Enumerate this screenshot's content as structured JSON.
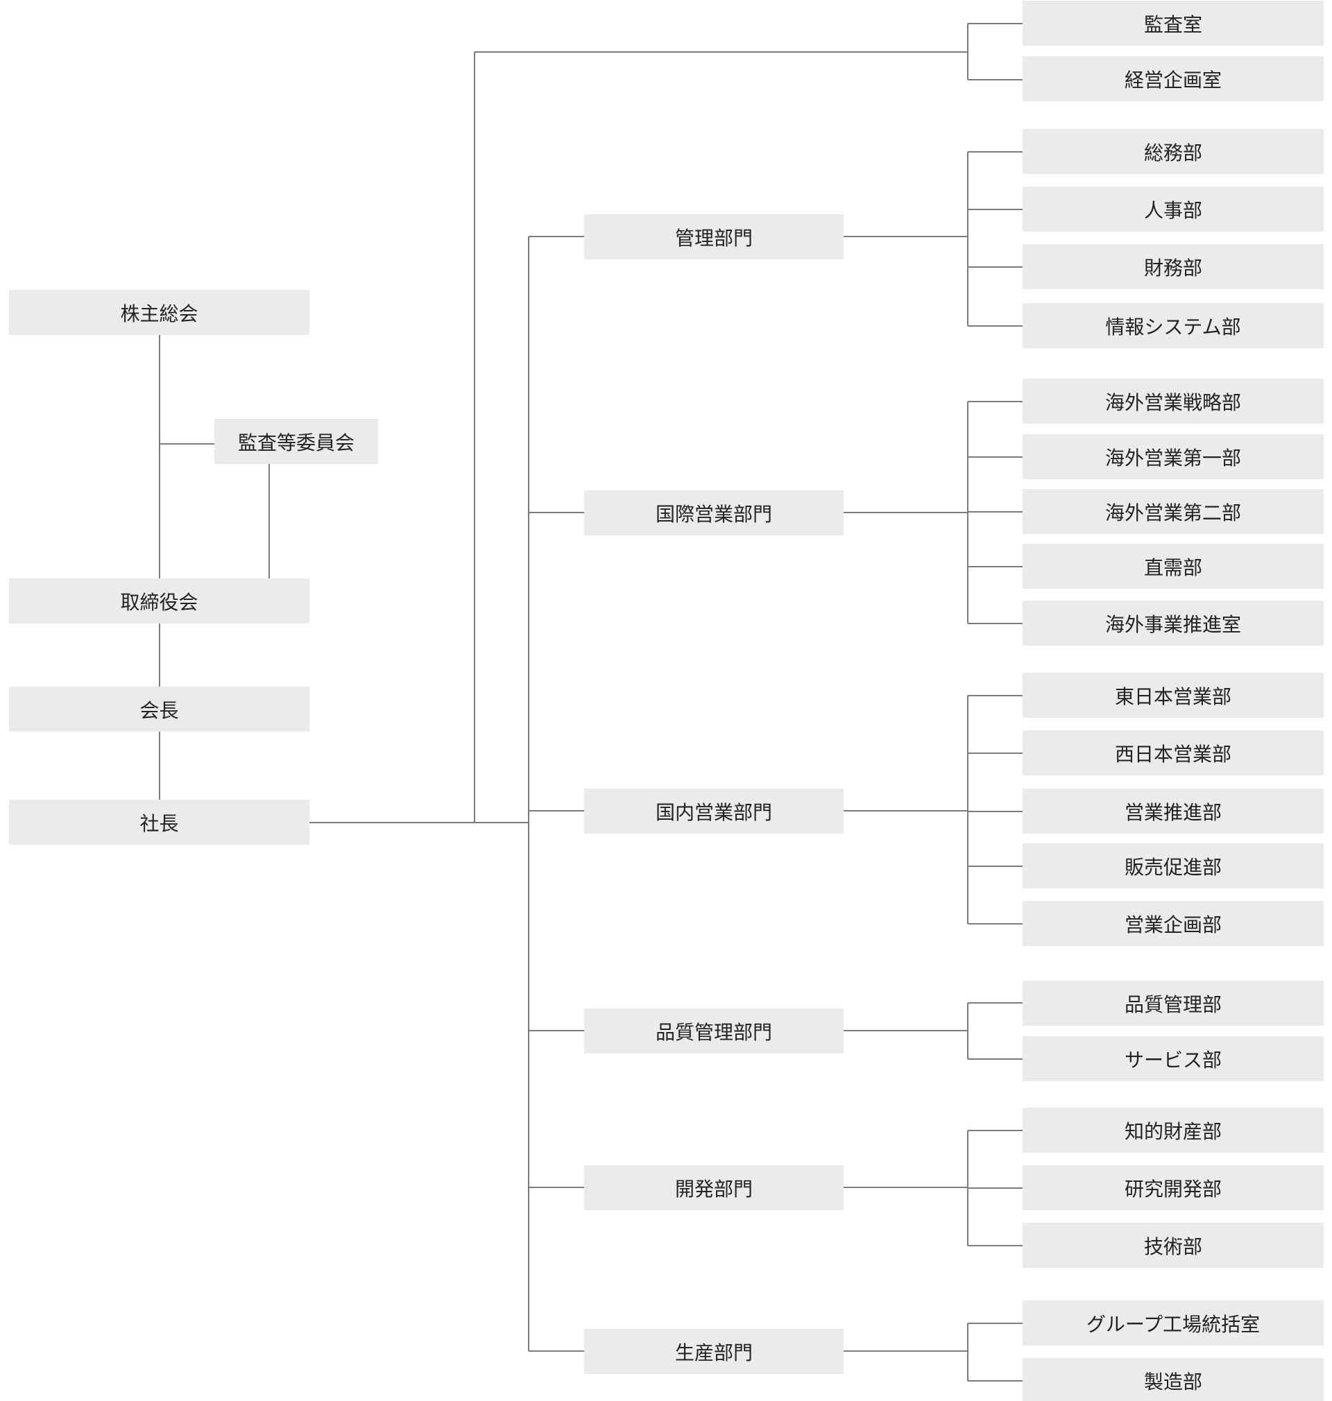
{
  "colors": {
    "box": "#ebebeb",
    "line": "#7a7a7a",
    "text": "#222222"
  },
  "governance": {
    "shareholders": "株主総会",
    "audit_committee": "監査等委員会",
    "board": "取締役会",
    "chairman": "会長",
    "president": "社長"
  },
  "direct_offices": [
    "監査室",
    "経営企画室"
  ],
  "divisions": [
    {
      "label": "管理部門",
      "departments": [
        "総務部",
        "人事部",
        "財務部",
        "情報システム部"
      ]
    },
    {
      "label": "国際営業部門",
      "departments": [
        "海外営業戦略部",
        "海外営業第一部",
        "海外営業第二部",
        "直需部",
        "海外事業推進室"
      ]
    },
    {
      "label": "国内営業部門",
      "departments": [
        "東日本営業部",
        "西日本営業部",
        "営業推進部",
        "販売促進部",
        "営業企画部"
      ]
    },
    {
      "label": "品質管理部門",
      "departments": [
        "品質管理部",
        "サービス部"
      ]
    },
    {
      "label": "開発部門",
      "departments": [
        "知的財産部",
        "研究開発部",
        "技術部"
      ]
    },
    {
      "label": "生産部門",
      "departments": [
        "グループ工場統括室",
        "製造部"
      ]
    }
  ]
}
